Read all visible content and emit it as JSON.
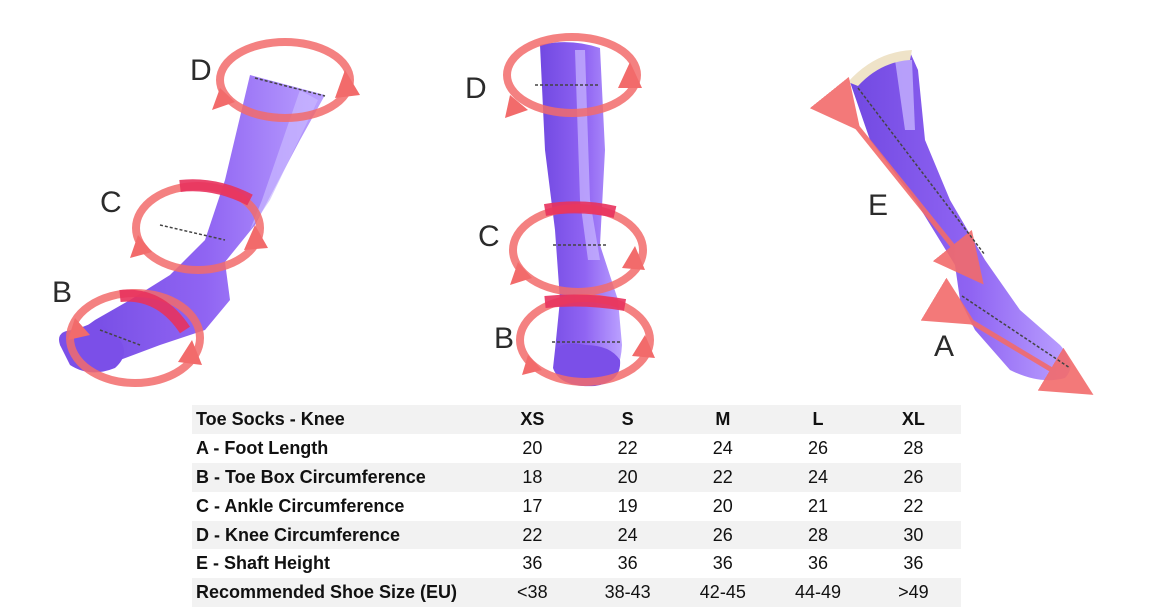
{
  "diagram": {
    "markers": {
      "left": [
        "D",
        "C",
        "B"
      ],
      "middle": [
        "D",
        "C",
        "B"
      ],
      "right": [
        "E",
        "A"
      ]
    },
    "colors": {
      "sock": "#7b4fe8",
      "sock_highlight": "#c9b8ff",
      "arrow": "#f26b6b",
      "band": "#e8325d"
    }
  },
  "table": {
    "header": {
      "title": "Toe Socks - Knee",
      "sizes": [
        "XS",
        "S",
        "M",
        "L",
        "XL"
      ]
    },
    "rows": [
      {
        "label": "A - Foot Length",
        "values": [
          "20",
          "22",
          "24",
          "26",
          "28"
        ]
      },
      {
        "label": "B - Toe Box Circumference",
        "values": [
          "18",
          "20",
          "22",
          "24",
          "26"
        ]
      },
      {
        "label": "C - Ankle Circumference",
        "values": [
          "17",
          "19",
          "20",
          "21",
          "22"
        ]
      },
      {
        "label": "D - Knee Circumference",
        "values": [
          "22",
          "24",
          "26",
          "28",
          "30"
        ]
      },
      {
        "label": "E - Shaft Height",
        "values": [
          "36",
          "36",
          "36",
          "36",
          "36"
        ]
      },
      {
        "label": "Recommended Shoe Size (EU)",
        "values": [
          "<38",
          "38-43",
          "42-45",
          "44-49",
          ">49"
        ]
      }
    ]
  }
}
